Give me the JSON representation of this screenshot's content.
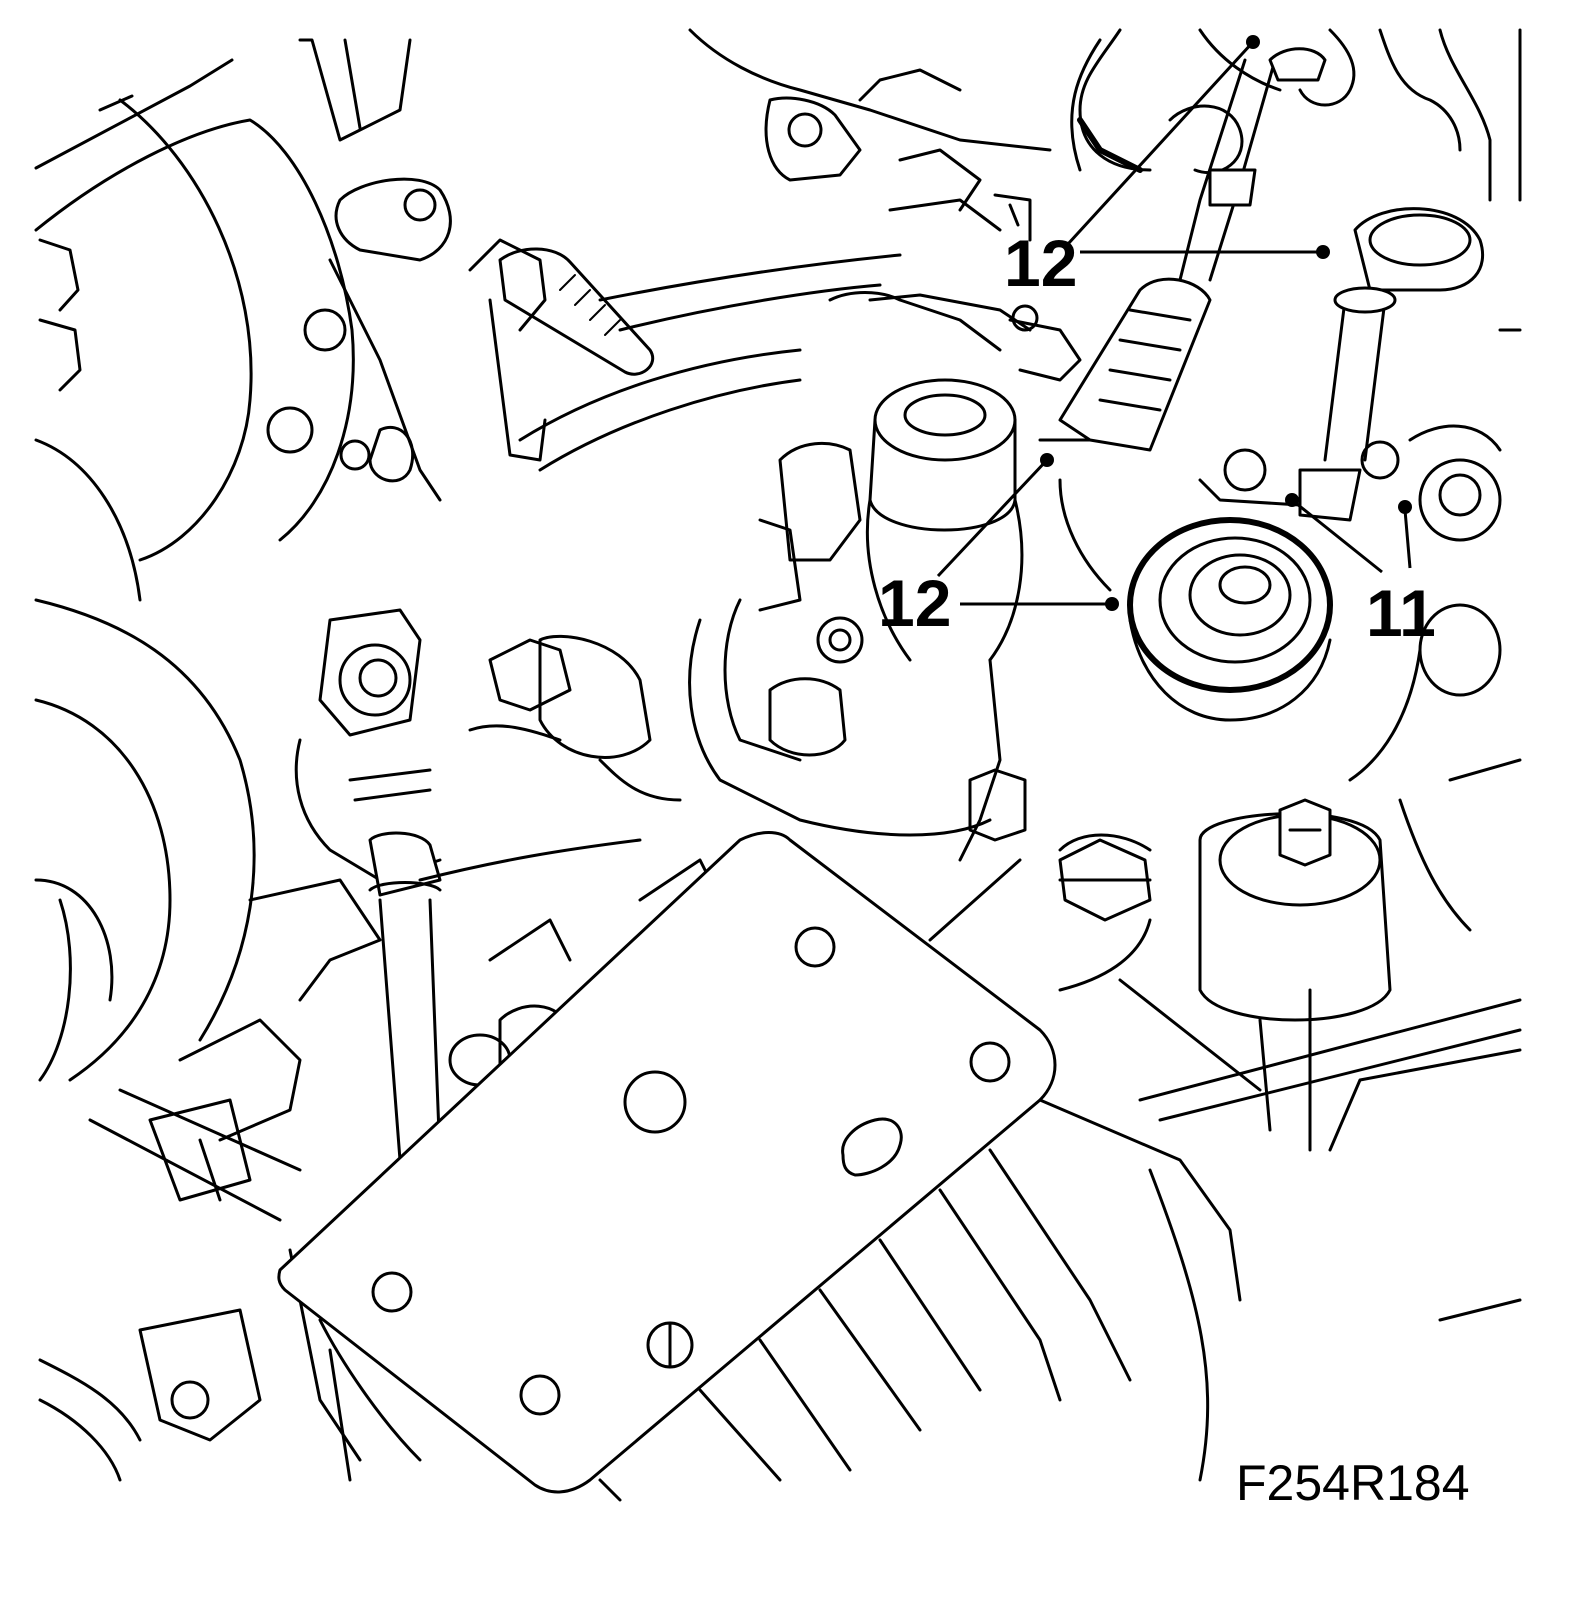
{
  "figure": {
    "id": "F254R184",
    "callouts": [
      {
        "label": "12",
        "part": "upper"
      },
      {
        "label": "12",
        "part": "middle"
      },
      {
        "label": "11",
        "part": "right"
      }
    ]
  }
}
